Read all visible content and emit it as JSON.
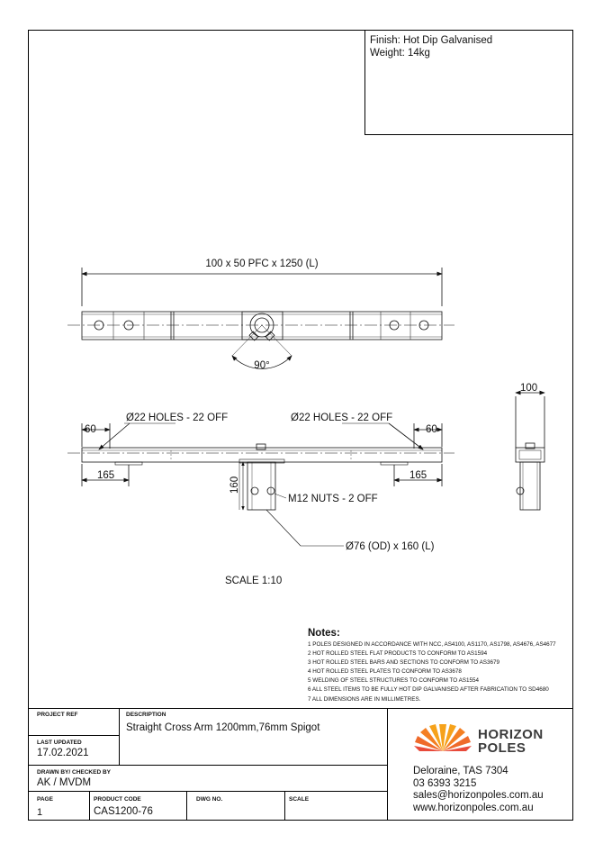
{
  "finish_box": {
    "finish": "Finish: Hot Dip Galvanised",
    "weight": "Weight: 14kg"
  },
  "drawing": {
    "overall_dim": "100 x 50 PFC x 1250 (L)",
    "angle": "90°",
    "holes_left": "Ø22 HOLES - 22 OFF",
    "holes_right": "Ø22 HOLES - 22 OFF",
    "dim_60_left": "60",
    "dim_60_right": "60",
    "dim_165_left": "165",
    "dim_165_right": "165",
    "dim_160": "160",
    "nuts": "M12 NUTS - 2 OFF",
    "spigot": "Ø76 (OD) x 160 (L)",
    "dim_100": "100",
    "scale": "SCALE 1:10"
  },
  "notes": {
    "title": "Notes:",
    "items": [
      "1 POLES DESIGNED IN ACCORDANCE WITH NCC, AS4100, AS1170, AS1798, AS4676, AS4677",
      "2 HOT ROLLED STEEL FLAT PRODUCTS TO CONFORM TO AS1594",
      "3 HOT ROLLED STEEL BARS AND SECTIONS TO CONFORM TO AS3679",
      "4 HOT ROLLED STEEL PLATES TO CONFORM TO AS3678",
      "5 WELDING OF STEEL STRUCTURES TO CONFORM TO AS1554",
      "6 ALL STEEL ITEMS TO BE FULLY HOT DIP GALVANISED AFTER FABRICATION TO SD4680",
      "7 ALL DIMENSIONS ARE IN MILLIMETRES."
    ]
  },
  "title_block": {
    "project_ref_label": "PROJECT REF",
    "description_label": "DESCRIPTION",
    "description": "Straight Cross Arm 1200mm,76mm Spigot",
    "last_updated_label": "LAST UPDATED",
    "last_updated": "17.02.2021",
    "drawn_by_label": "DRAWN BY/ CHECKED BY",
    "drawn_by": "AK / MVDM",
    "page_label": "PAGE",
    "page": "1",
    "product_code_label": "PRODUCT CODE",
    "product_code": "CAS1200-76",
    "dwg_no_label": "DWG NO.",
    "dwg_no": "",
    "scale_label": "SCALE",
    "scale": ""
  },
  "company": {
    "logo_line1": "HORIZON",
    "logo_line2": "POLES",
    "address": "Deloraine, TAS 7304",
    "phone": "03 6393 3215",
    "email": "sales@horizonpoles.com.au",
    "website": "www.horizonpoles.com.au",
    "logo_colors": [
      "#f6a21a",
      "#ef6a2a",
      "#e84a3a"
    ]
  }
}
